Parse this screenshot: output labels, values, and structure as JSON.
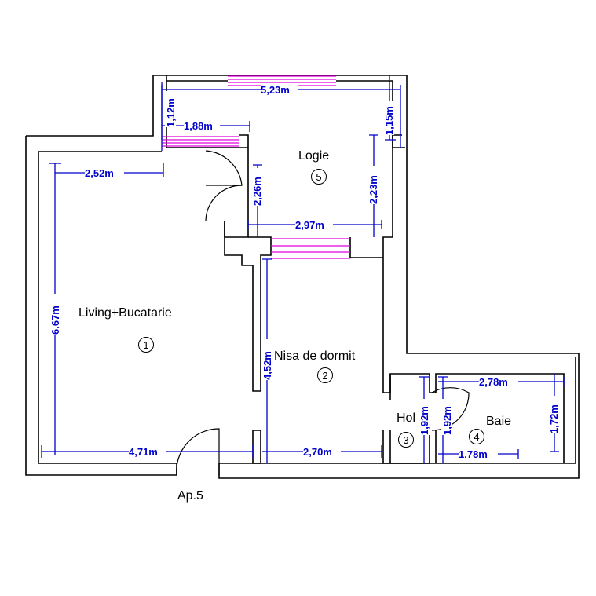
{
  "rooms": {
    "living": {
      "label": "Living+Bucatarie",
      "number": "1"
    },
    "nisa": {
      "label": "Nisa de dormit",
      "number": "2"
    },
    "hol": {
      "label": "Hol",
      "number": "3"
    },
    "baie": {
      "label": "Baie",
      "number": "4"
    },
    "logie": {
      "label": "Logie",
      "number": "5"
    }
  },
  "apartment_label": "Ap.5",
  "dimensions": {
    "logie_top": "5,23m",
    "logie_left_h": "1,12m",
    "logie_right_h": "1,15m",
    "logie_sub": "1,88m",
    "logie_door_h": "2,26m",
    "logie_right_v": "2,23m",
    "logie_bottom": "2,97m",
    "living_top": "2,52m",
    "living_height": "6,67m",
    "living_bottom": "4,71m",
    "nisa_height": "4,52m",
    "nisa_bottom": "2,70m",
    "hol_height": "1,92m",
    "baie_left_h": "1,92m",
    "baie_top": "2,78m",
    "baie_right_h": "1,72m",
    "baie_bottom": "1,78m"
  },
  "colors": {
    "dimension": "#0000cc",
    "window": "#e000e0",
    "wall": "#000000"
  }
}
